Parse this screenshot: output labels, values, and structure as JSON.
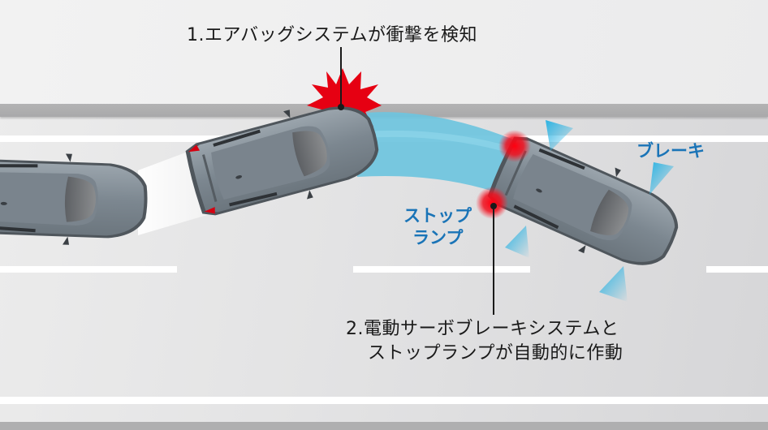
{
  "diagram": {
    "title": "Secondary collision brake sequence",
    "callouts": [
      {
        "id": "airbag",
        "text": "1.エアバッグシステムが衝撃を検知"
      },
      {
        "id": "brake_system_line1",
        "text": "2.電動サーボブレーキシステムと"
      },
      {
        "id": "brake_system_line2",
        "text": "ストップランプが自動的に作動"
      }
    ],
    "labels": {
      "stop_lamp_line1": "ストップ",
      "stop_lamp_line2": "ランプ",
      "brake": "ブレーキ"
    },
    "icons": {
      "impact": "impact-burst-icon",
      "stop_lamp": "stop-lamp-glow-icon",
      "brake_indicator": "brake-wedge-icon",
      "car": "car-top-view-icon"
    },
    "colors": {
      "road": "#e0e0e1",
      "curb": "#acacad",
      "lane_marking": "#ffffff",
      "impact_red": "#e60012",
      "path_blue": "#6ec4de",
      "brake_blue": "#2bb3e3",
      "label_blue": "#1a74b7",
      "car_body": "#7f8a93",
      "text": "#1a1a1a"
    }
  }
}
